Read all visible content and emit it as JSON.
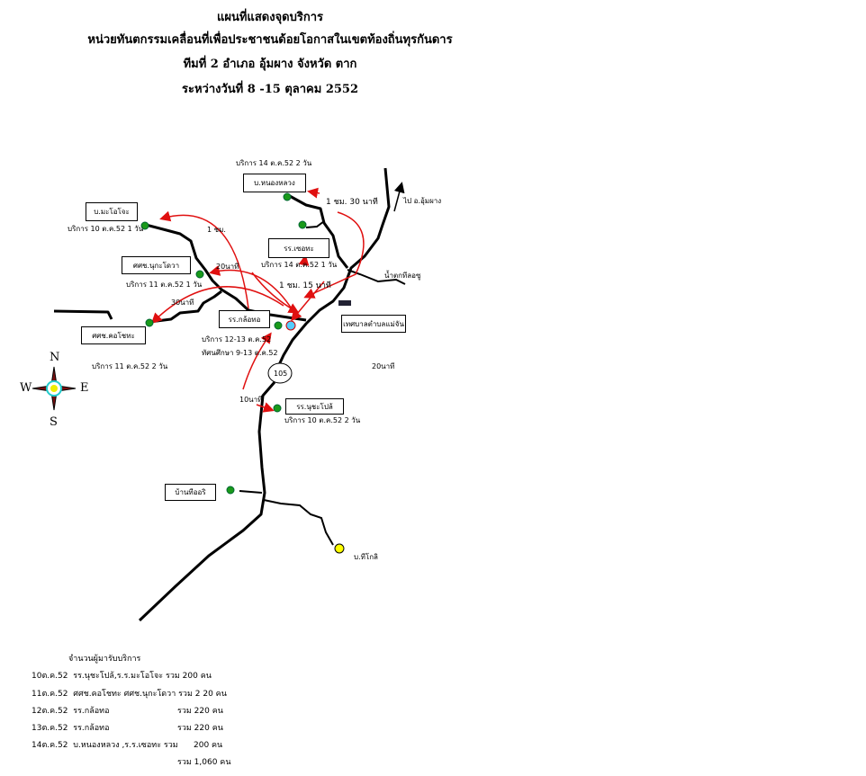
{
  "title": {
    "line1": "แผนที่แสดงจุดบริการ",
    "line2": "หน่วยทันตกรรมเคลื่อนที่เพื่อประชาชนด้อยโอกาสในเขตท้องถิ่นทุรกันดาร",
    "line3": "ทีมที่ 2 อำเภอ อุ้มผาง จังหวัด ตาก",
    "line4": "ระหว่างวันที่  8 -15 ตุลาคม  2552"
  },
  "places": {
    "maojo": {
      "name": "บ.มะโอโจะ",
      "note": "บริการ 10 ต.ค.52 1 วัน"
    },
    "nukadowa": {
      "name": "ศศช.นุกะโดวา",
      "note": "บริการ 11 ต.ค.52 1 วัน"
    },
    "kochota": {
      "name": "ศศช.คอโชทะ",
      "note": "บริการ 11 ต.ค.52 2 วัน"
    },
    "klotho": {
      "name": "รร.กล้อทอ",
      "note1": "บริการ 12-13 ต.ค.52",
      "note2": "ทัศนศึกษา 9-13 ต.ค.52"
    },
    "nonglaung": {
      "name": "บ.หนองหลวง",
      "note": "บริการ 14 ต.ค.52 2 วัน"
    },
    "sertha": {
      "name": "รร.เซอทะ",
      "note": "บริการ 14 ต.ค.52 1 วัน"
    },
    "maechan": {
      "name": "เทศบาลตำบลแม่จัน"
    },
    "nuchapolo": {
      "name": "รร.นุชะโปล้",
      "note": "บริการ 10 ต.ค.52 2 วัน"
    },
    "thiori": {
      "name": "บ้านทีออริ"
    },
    "thikoli": {
      "name": "บ.ทีโกลิ"
    },
    "waterfall": {
      "name": "น้ำตกทีลอซู"
    },
    "to_umphang": {
      "name": "ไป อ.อุ้มผาง"
    },
    "road_no": "105"
  },
  "times": {
    "t1": "1 ชม. 30 นาที",
    "t2": "1 ชม.",
    "t3": "20นาที",
    "t4": "30นาที",
    "t5": "1 ชม. 15 นาที",
    "t6": "10นาที",
    "t7": "20นาที"
  },
  "compass": {
    "n": "N",
    "s": "S",
    "e": "E",
    "w": "W"
  },
  "summary": {
    "heading": "จำนวนผู้มารับบริการ",
    "rows": [
      {
        "date": "10ต.ค.52",
        "place": "รร.นุชะโปล้,ร.ร.มะโอโจะ รวม 200 คน",
        "total": ""
      },
      {
        "date": "11ต.ค.52",
        "place": "ศศช.คอโชทะ ศศช.นุกะโดวา รวม 2   20 คน",
        "total": ""
      },
      {
        "date": "12ต.ค.52",
        "place": "รร.กล้อทอ",
        "total": "รวม 220 คน"
      },
      {
        "date": "13ต.ค.52",
        "place": "รร.กล้อทอ",
        "total": "รวม 220 คน"
      },
      {
        "date": "14ต.ค.52",
        "place": "บ.หนองหลวง ,ร.ร.เซอทะ รวม",
        "total": "200 คน"
      }
    ],
    "grand_total": "รวม 1,060 คน"
  },
  "colors": {
    "road": "#000000",
    "arrow": "#e01010",
    "village": "#1a9a1a"
  }
}
